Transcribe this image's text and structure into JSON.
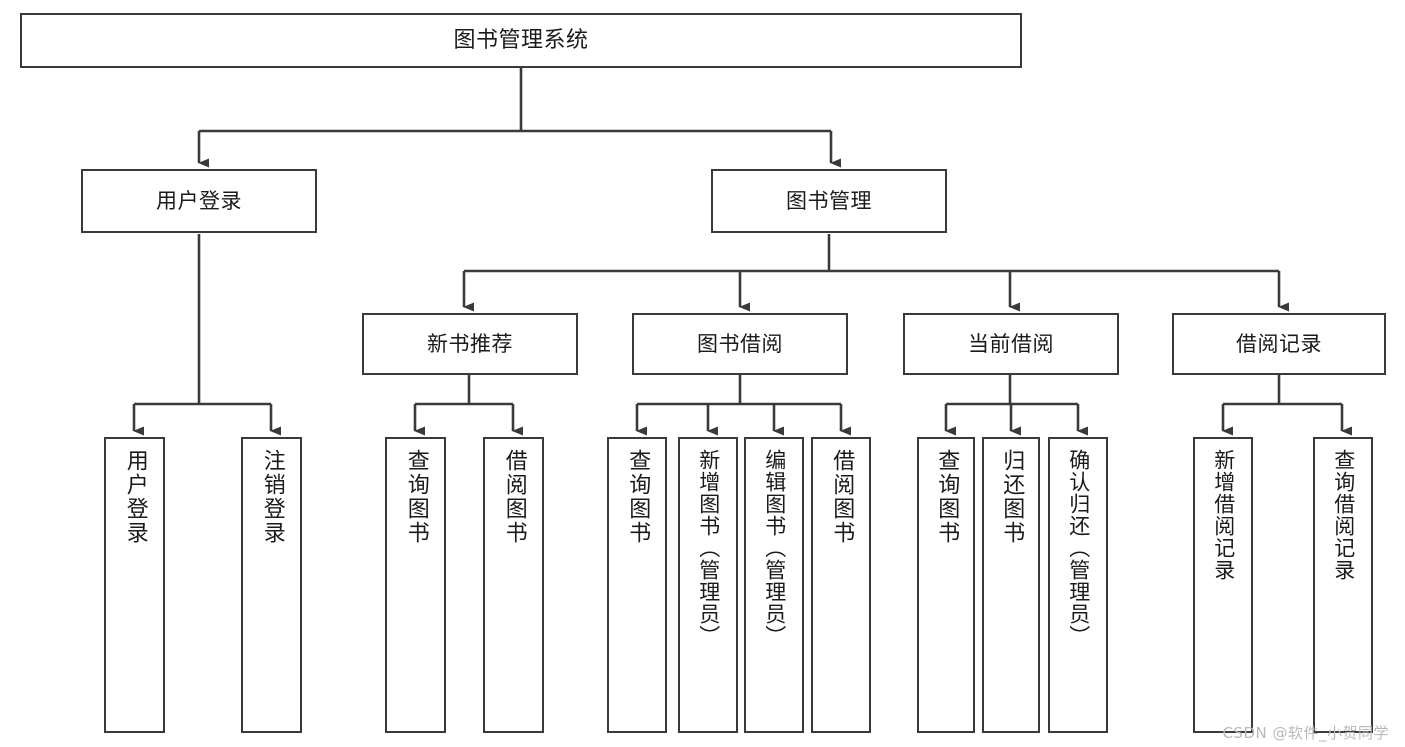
{
  "diagram": {
    "type": "tree",
    "title": "图书管理系统",
    "orientation": "top-down",
    "line_color": "#3a3a3a",
    "box_fill": "#ffffff",
    "text_color": "#1b1b1b",
    "watermark": "CSDN @软件_小贺同学"
  },
  "nodes": {
    "root": {
      "label": "图书管理系统"
    },
    "level2": [
      {
        "label": "用户登录"
      },
      {
        "label": "图书管理"
      }
    ],
    "level3": [
      {
        "label": "新书推荐"
      },
      {
        "label": "图书借阅"
      },
      {
        "label": "当前借阅"
      },
      {
        "label": "借阅记录"
      }
    ],
    "leaves": {
      "user_login": [
        {
          "label": "用户登录"
        },
        {
          "label": "注销登录"
        }
      ],
      "new_book": [
        {
          "label": "查询图书"
        },
        {
          "label": "借阅图书"
        }
      ],
      "book_borrow": [
        {
          "label": "查询图书"
        },
        {
          "label": "新增图书（管理员）"
        },
        {
          "label": "编辑图书（管理员）"
        },
        {
          "label": "借阅图书"
        }
      ],
      "current_borrow": [
        {
          "label": "查询图书"
        },
        {
          "label": "归还图书"
        },
        {
          "label": "确认归还（管理员）"
        }
      ],
      "borrow_record": [
        {
          "label": "新增借阅记录"
        },
        {
          "label": "查询借阅记录"
        }
      ]
    }
  }
}
